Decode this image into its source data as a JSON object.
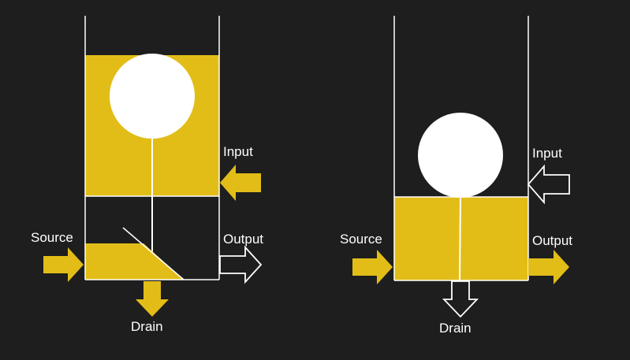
{
  "colors": {
    "background": "#1e1e1e",
    "fluid": "#e2bd17",
    "line": "#ffffff",
    "ball": "#ffffff"
  },
  "left_valve": {
    "input_label": "Input",
    "source_label": "Source",
    "output_label": "Output",
    "drain_label": "Drain"
  },
  "right_valve": {
    "input_label": "Input",
    "source_label": "Source",
    "output_label": "Output",
    "drain_label": "Drain"
  }
}
